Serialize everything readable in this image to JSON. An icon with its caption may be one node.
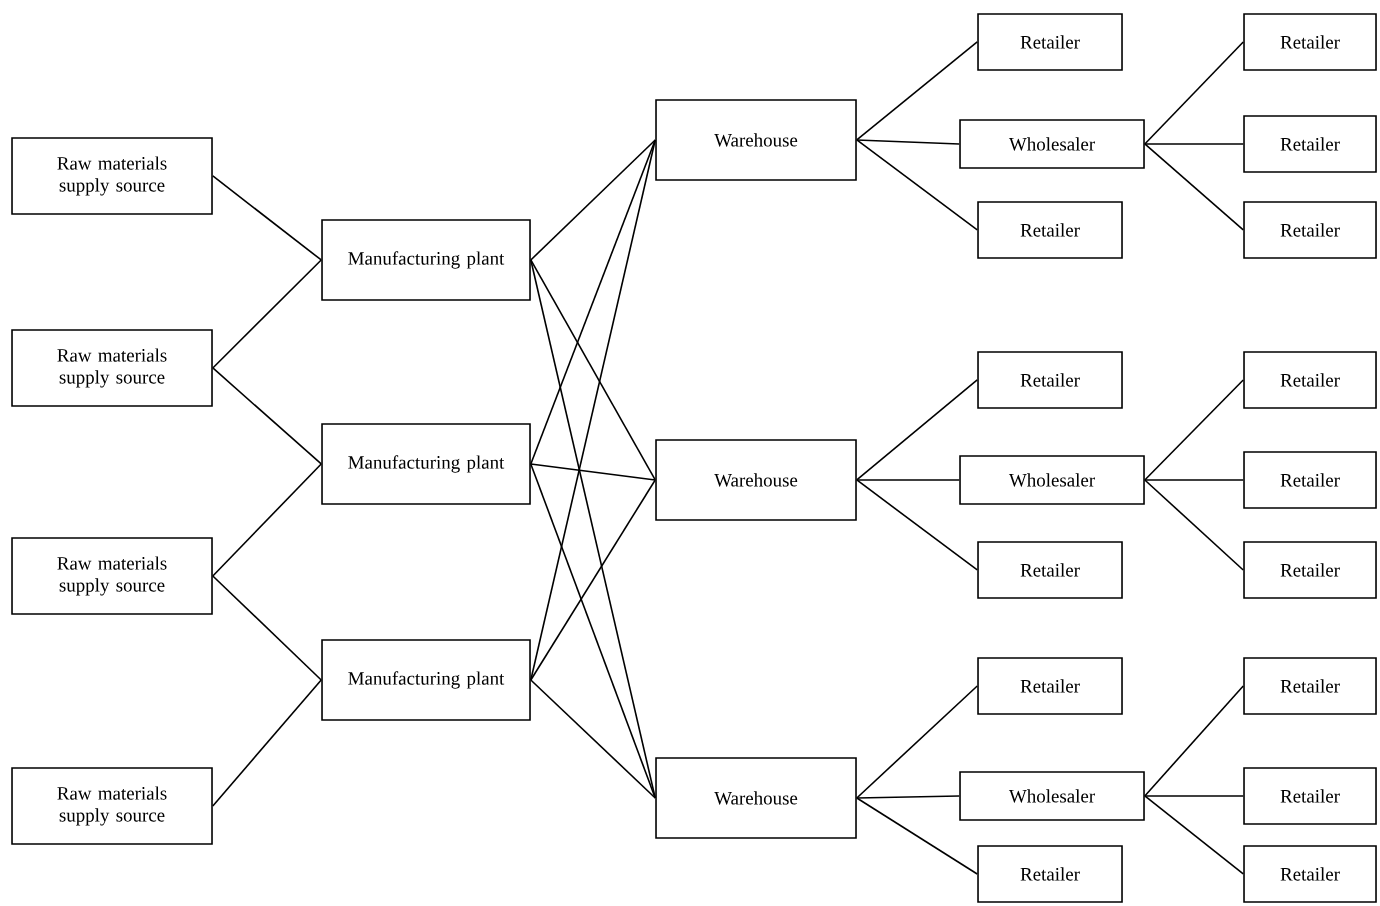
{
  "diagram": {
    "nodes": [
      {
        "text": [
          "Raw materials supply source"
        ]
      },
      {
        "text": [
          "Raw materials supply source"
        ]
      },
      {
        "text": [
          "Raw materials supply source"
        ]
      },
      {
        "text": [
          "Raw materials supply source"
        ]
      },
      {
        "text": [
          "Manufacturing plant"
        ]
      },
      {
        "text": [
          "Manufacturing plant"
        ]
      },
      {
        "text": [
          "Manufacturing plant"
        ]
      },
      {
        "text": [
          "Warehouse"
        ]
      },
      {
        "text": [
          "Warehouse"
        ]
      },
      {
        "text": [
          "Warehouse"
        ]
      },
      {
        "text": [
          "Retailer"
        ]
      },
      {
        "text": [
          "Wholesaler"
        ]
      },
      {
        "text": [
          "Retailer"
        ]
      },
      {
        "text": [
          "Retailer"
        ]
      },
      {
        "text": [
          "Retailer"
        ]
      },
      {
        "text": [
          "Retailer"
        ]
      },
      {
        "text": [
          "Retailer"
        ]
      },
      {
        "text": [
          "Wholesaler"
        ]
      },
      {
        "text": [
          "Retailer"
        ]
      },
      {
        "text": [
          "Retailer"
        ]
      },
      {
        "text": [
          "Retailer"
        ]
      },
      {
        "text": [
          "Retailer"
        ]
      },
      {
        "text": [
          "Retailer"
        ]
      },
      {
        "text": [
          "Wholesaler"
        ]
      },
      {
        "text": [
          "Retailer"
        ]
      },
      {
        "text": [
          "Retailer"
        ]
      },
      {
        "text": [
          "Retailer"
        ]
      },
      {
        "text": [
          "Retailer"
        ]
      }
    ],
    "edges": [
      {
        "from": 0,
        "to": 4,
        "arrow": "none"
      },
      {
        "from": 1,
        "to": 4,
        "arrow": "none"
      },
      {
        "from": 1,
        "to": 5,
        "arrow": "none"
      },
      {
        "from": 2,
        "to": 5,
        "arrow": "none"
      },
      {
        "from": 2,
        "to": 6,
        "arrow": "none"
      },
      {
        "from": 3,
        "to": 6,
        "arrow": "none"
      },
      {
        "from": 4,
        "to": 7,
        "arrow": "none"
      },
      {
        "from": 4,
        "to": 8,
        "arrow": "none"
      },
      {
        "from": 4,
        "to": 9,
        "arrow": "none"
      },
      {
        "from": 5,
        "to": 7,
        "arrow": "none"
      },
      {
        "from": 5,
        "to": 8,
        "arrow": "none"
      },
      {
        "from": 5,
        "to": 9,
        "arrow": "none"
      },
      {
        "from": 6,
        "to": 7,
        "arrow": "none"
      },
      {
        "from": 6,
        "to": 8,
        "arrow": "none"
      },
      {
        "from": 6,
        "to": 9,
        "arrow": "none"
      },
      {
        "from": 7,
        "to": 10,
        "arrow": "none"
      },
      {
        "from": 7,
        "to": 11,
        "arrow": "none"
      },
      {
        "from": 7,
        "to": 12,
        "arrow": "none"
      },
      {
        "from": 11,
        "to": 13,
        "arrow": "none"
      },
      {
        "from": 11,
        "to": 14,
        "arrow": "none"
      },
      {
        "from": 11,
        "to": 15,
        "arrow": "none"
      },
      {
        "from": 8,
        "to": 16,
        "arrow": "none"
      },
      {
        "from": 8,
        "to": 17,
        "arrow": "none"
      },
      {
        "from": 8,
        "to": 18,
        "arrow": "none"
      },
      {
        "from": 17,
        "to": 19,
        "arrow": "none"
      },
      {
        "from": 17,
        "to": 20,
        "arrow": "none"
      },
      {
        "from": 17,
        "to": 21,
        "arrow": "none"
      },
      {
        "from": 9,
        "to": 22,
        "arrow": "none"
      },
      {
        "from": 9,
        "to": 23,
        "arrow": "none"
      },
      {
        "from": 9,
        "to": 24,
        "arrow": "none"
      },
      {
        "from": 23,
        "to": 25,
        "arrow": "none"
      },
      {
        "from": 23,
        "to": 26,
        "arrow": "none"
      },
      {
        "from": 23,
        "to": 27,
        "arrow": "none"
      }
    ]
  }
}
